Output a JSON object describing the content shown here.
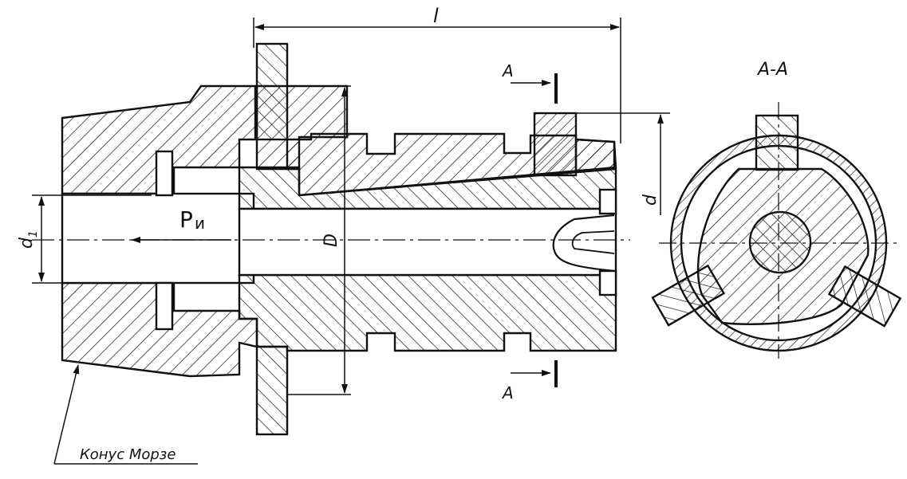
{
  "labels": {
    "length": "l",
    "section_mark_top": "A",
    "section_mark_bottom": "A",
    "section_title": "A-A",
    "diameter_D": "D",
    "diameter_d": "d",
    "diameter_d1_main": "d",
    "diameter_d1_sub": "1",
    "force_main": "P",
    "force_sub": "и",
    "morse_taper": "Конус Морзе"
  },
  "colors": {
    "ink": "#111111",
    "paper": "#ffffff"
  }
}
